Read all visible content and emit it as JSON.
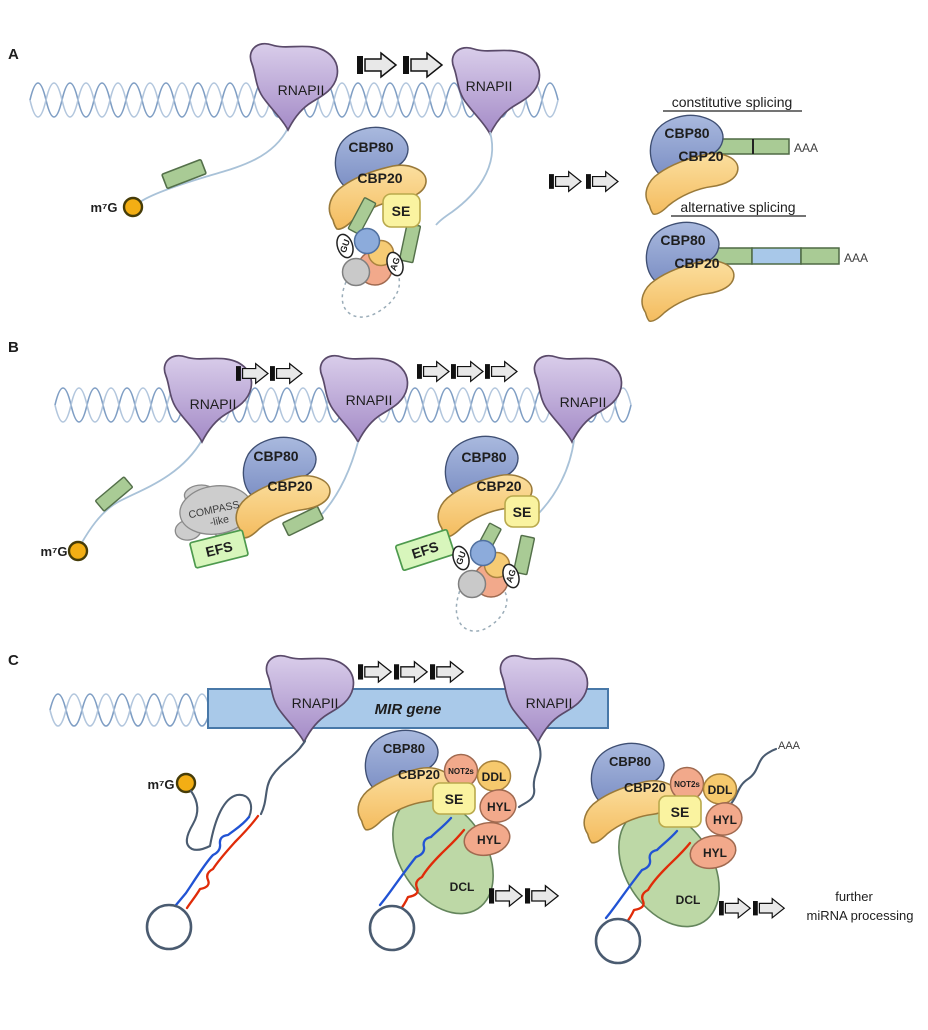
{
  "figure": {
    "panel_a": {
      "label": "A",
      "constitutive_heading": "constitutive splicing",
      "alternative_heading": "alternative splicing"
    },
    "panel_b": {
      "label": "B"
    },
    "panel_c": {
      "label": "C",
      "gene_label": "MIR gene",
      "outcome_line1": "further",
      "outcome_line2": "miRNA processing"
    }
  },
  "molecules": {
    "rnapii": "RNAPII",
    "cap": "m⁷G",
    "cbp80": "CBP80",
    "cbp20": "CBP20",
    "se": "SE",
    "gu": "GU",
    "ag": "AG",
    "efs": "EFS",
    "compass_line1": "COMPASS",
    "compass_line2": "-like",
    "not2s": "NOT2s",
    "ddl": "DDL",
    "hyl": "HYL",
    "dcl": "DCL",
    "polya": "AAA"
  },
  "colors": {
    "rnapii_fill": "#b29bd0",
    "cbp80_fill": "#8296c9",
    "cbp20_fill": "#f7c878",
    "se_fill": "#faf3a0",
    "exon_fill": "#a9cb95",
    "alt_exon_fill": "#a8c8e9",
    "efs_fill": "#d8f6bc",
    "compass_fill": "#cdcdcd",
    "spliceosome_salmon": "#f2a98b",
    "spliceosome_blue": "#8cabdb",
    "spliceosome_yellow": "#f6cb74",
    "spliceosome_gray": "#c9c9c9",
    "ddl_fill": "#f6c96d",
    "dcl_fill": "#bdd8a6",
    "mir_gene_fill": "#a9c9e9",
    "cap_fill": "#f3ae14",
    "arrow_fill": "#e8e8e8",
    "dna_color": "#7f9ec4",
    "rna_color": "#a9c2d8",
    "stem_blue": "#2153d4",
    "stem_red": "#e02b08",
    "dark_rna": "#4a5b70"
  }
}
